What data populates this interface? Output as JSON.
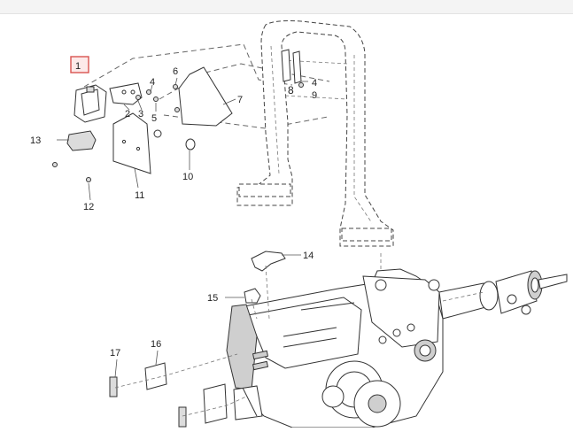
{
  "callouts": [
    {
      "label": "1",
      "highlighted": true
    },
    {
      "label": "2"
    },
    {
      "label": "3"
    },
    {
      "label": "4"
    },
    {
      "label": "5"
    },
    {
      "label": "6"
    },
    {
      "label": "7"
    },
    {
      "label": "8"
    },
    {
      "label": "4"
    },
    {
      "label": "9"
    },
    {
      "label": "13"
    },
    {
      "label": "11"
    },
    {
      "label": "10"
    },
    {
      "label": "12"
    },
    {
      "label": "14"
    },
    {
      "label": "15"
    },
    {
      "label": "16"
    },
    {
      "label": "17"
    }
  ],
  "colors": {
    "highlight": "#d9534f",
    "line": "#333333"
  }
}
